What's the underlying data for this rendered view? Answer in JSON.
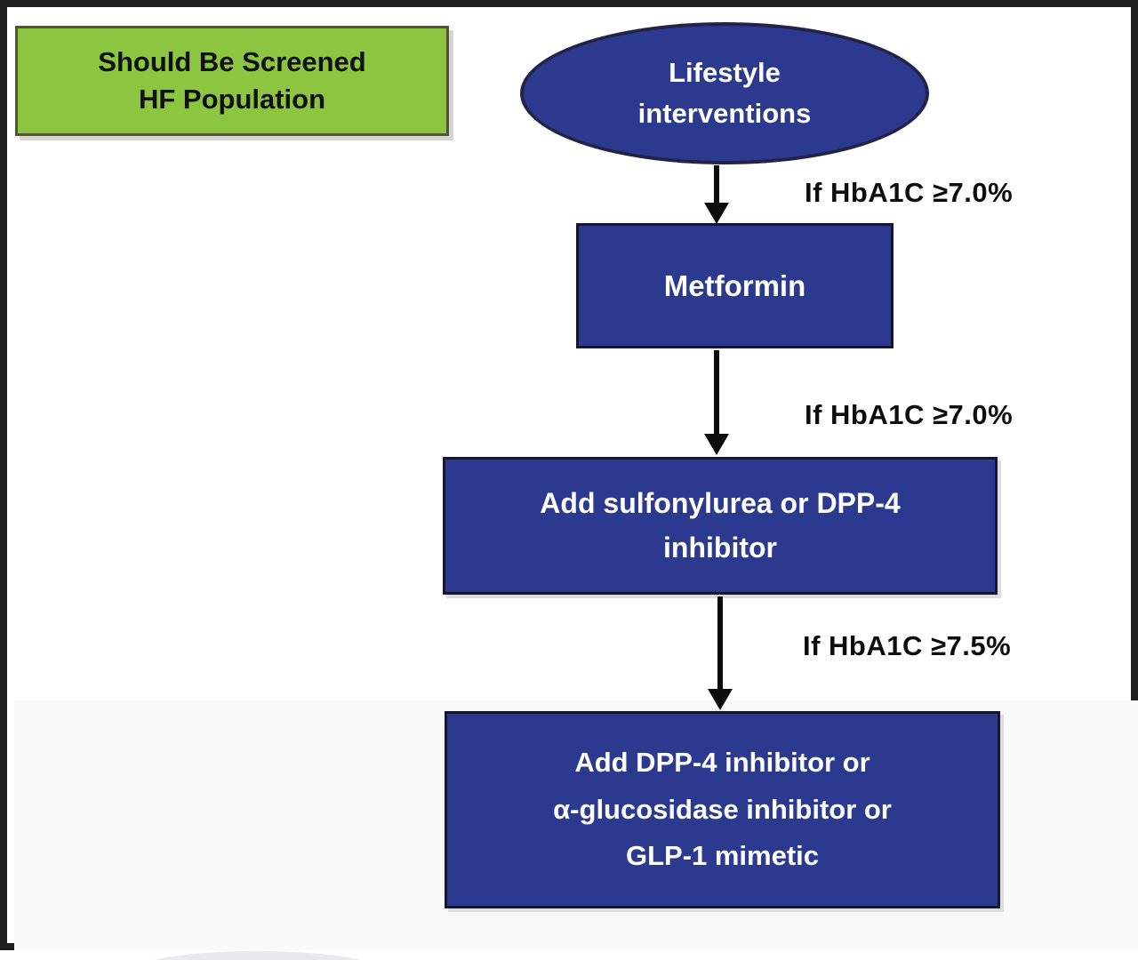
{
  "figure": {
    "legend_box": {
      "lines": [
        "Should Be Screened",
        "HF Population"
      ]
    },
    "nodes": [
      {
        "id": "lifestyle-interventions",
        "shape": "ellipse",
        "lines": [
          "Lifestyle",
          "interventions"
        ]
      },
      {
        "id": "metformin",
        "shape": "rect",
        "lines": [
          "Metformin"
        ]
      },
      {
        "id": "add-sulfonylurea-or-dpp4-inhibitor",
        "shape": "rect",
        "lines": [
          "Add sulfonylurea or DPP-4",
          "inhibitor"
        ]
      },
      {
        "id": "add-dpp4-or-alpha-glucosidase-or-glp1",
        "shape": "rect",
        "lines": [
          "Add DPP-4 inhibitor or",
          "α-glucosidase inhibitor or",
          "GLP-1 mimetic"
        ]
      }
    ],
    "edges": [
      {
        "from": "lifestyle-interventions",
        "to": "metformin",
        "label": "If HbA1C ≥7.0%"
      },
      {
        "from": "metformin",
        "to": "add-sulfonylurea-or-dpp4-inhibitor",
        "label": "If HbA1C ≥7.0%"
      },
      {
        "from": "add-sulfonylurea-or-dpp4-inhibitor",
        "to": "add-dpp4-or-alpha-glucosidase-or-glp1",
        "label": "If HbA1C ≥7.5%"
      }
    ],
    "colors": {
      "node_fill": "#2b3a8e",
      "node_border": "#16162e",
      "node_text": "#ffffff",
      "legend_fill": "#8cc540",
      "legend_border": "#4e5632",
      "legend_text": "#101010",
      "condition_text": "#0d0d0d",
      "arrow": "#0c0c0c",
      "frame": "#1e1e1c"
    }
  }
}
